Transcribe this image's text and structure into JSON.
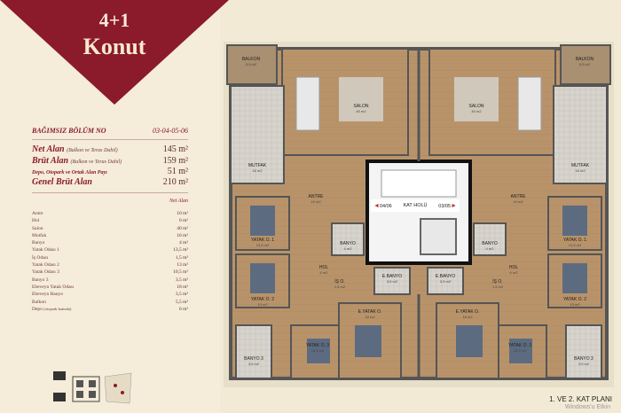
{
  "banner": {
    "number": "4+1",
    "title": "Konut"
  },
  "spec": {
    "section_label": "BAĞIMSIZ BÖLÜM NO",
    "section_value": "03-04-05-06",
    "net_label": "Net Alan",
    "net_note": "(Balkon ve Teras Dahil)",
    "net_value": "145 m²",
    "brut_label": "Brüt Alan",
    "brut_note": "(Balkon ve Teras Dahil)",
    "brut_value": "159 m²",
    "depo_label": "Depo, Otopark ve Ortak Alan Payı",
    "depo_value": "51 m²",
    "genel_label": "Genel Brüt Alan",
    "genel_value": "210 m²",
    "net_alan_header": "Net Alan"
  },
  "rooms": [
    {
      "name": "Antre",
      "value": "10 m²"
    },
    {
      "name": "Hol",
      "value": "6 m²"
    },
    {
      "name": "Salon",
      "value": "40 m²"
    },
    {
      "name": "Mutfak",
      "value": "16 m²"
    },
    {
      "name": "Banyo",
      "value": "4 m²"
    },
    {
      "name": "Yatak Odası 1",
      "value": "13,5 m²"
    },
    {
      "name": "İş Odası",
      "value": "1,5 m²"
    },
    {
      "name": "Yatak Odası 2",
      "value": "13 m²"
    },
    {
      "name": "Yatak Odası 3",
      "value": "10,5 m²"
    },
    {
      "name": "Banyo 3",
      "value": "3,5 m²"
    },
    {
      "name": "Ebeveyn Yatak Odası",
      "value": "18 m²"
    },
    {
      "name": "Ebeveyn Banyo",
      "value": "3,5 m²"
    },
    {
      "name": "Balkon",
      "value": "5,5 m²"
    },
    {
      "name": "Depo",
      "note": "(otopark katında)",
      "value": "6 m²"
    }
  ],
  "plan_labels": [
    {
      "name": "BALKON",
      "area": "5,5 m2"
    },
    {
      "name": "BALKON",
      "area": "5,5 m2"
    },
    {
      "name": "SALON",
      "area": "40 m2"
    },
    {
      "name": "SALON",
      "area": "40 m2"
    },
    {
      "name": "MUTFAK",
      "area": "16 m2"
    },
    {
      "name": "MUTFAK",
      "area": "16 m2"
    },
    {
      "name": "ANTRE",
      "area": "10 m2"
    },
    {
      "name": "ANTRE",
      "area": "10 m2"
    },
    {
      "name": "YATAK O. 1",
      "area": "13,5 m2"
    },
    {
      "name": "YATAK O. 1",
      "area": "13,5 m2"
    },
    {
      "name": "BANYO",
      "area": "4 m2"
    },
    {
      "name": "BANYO",
      "area": "4 m2"
    },
    {
      "name": "HOL",
      "area": "6 m2"
    },
    {
      "name": "HOL",
      "area": "6 m2"
    },
    {
      "name": "İŞ O.",
      "area": "1,5 m2"
    },
    {
      "name": "İŞ O.",
      "area": "1,5 m2"
    },
    {
      "name": "E.BANYO",
      "area": "3,5 m2"
    },
    {
      "name": "E.BANYO",
      "area": "3,5 m2"
    },
    {
      "name": "YATAK O. 2",
      "area": "13 m2"
    },
    {
      "name": "YATAK O. 2",
      "area": "13 m2"
    },
    {
      "name": "E.YATAK O.",
      "area": "18 m2"
    },
    {
      "name": "E.YATAK O.",
      "area": "18 m2"
    },
    {
      "name": "YATAK O. 3",
      "area": "10,5 m2"
    },
    {
      "name": "YATAK O. 3",
      "area": "10,5 m2"
    },
    {
      "name": "BANYO 3",
      "area": "3,5 m2"
    },
    {
      "name": "BANYO 3",
      "area": "3,5 m2"
    }
  ],
  "hall": {
    "left": "04/06",
    "center": "KAT HOLÜ",
    "right": "03/05"
  },
  "footer": "1. VE 2. KAT PLANI",
  "watermark": "Windows'u Etkin",
  "colors": {
    "banner": "#8b1a2b",
    "background": "#f3ead6",
    "wood": "#b8936a",
    "wall": "#555555"
  }
}
